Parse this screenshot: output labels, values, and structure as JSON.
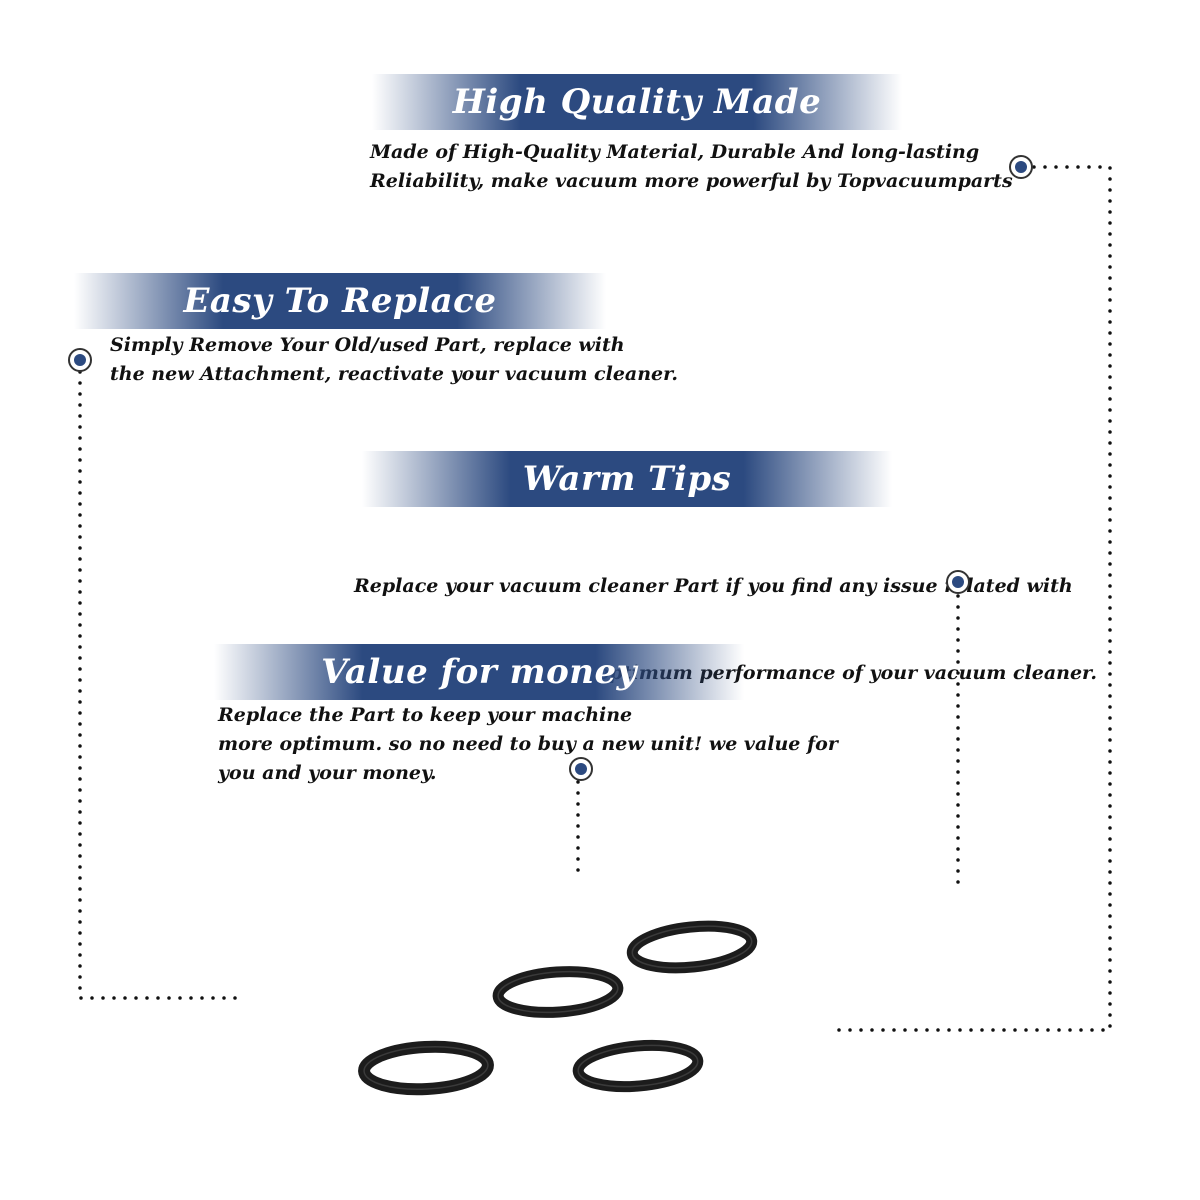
{
  "sections": [
    {
      "title": "High Quality Made",
      "lines": [
        "Made of  High-Quality Material, Durable And long-lasting",
        "Reliability, make vacuum more powerful by Topvacuumparts"
      ]
    },
    {
      "title": "Easy To Replace",
      "lines": [
        "Simply Remove Your Old/used Part, replace with",
        "the new Attachment, reactivate your vacuum cleaner."
      ]
    },
    {
      "title": "Warm Tips",
      "lines": [
        "Replace your vacuum cleaner Part if you find any issue related with",
        " attachment to ensure optimum performance of your vacuum cleaner."
      ]
    },
    {
      "title": "Value for money",
      "lines": [
        "Replace the Part to keep your machine",
        "more optimum. so no need to buy a new unit! we value for",
        "you and your money."
      ]
    }
  ],
  "colors": {
    "banner": "#2c4a80",
    "marker_fill": "#2c4a80",
    "belt": "#1c1c1c"
  }
}
